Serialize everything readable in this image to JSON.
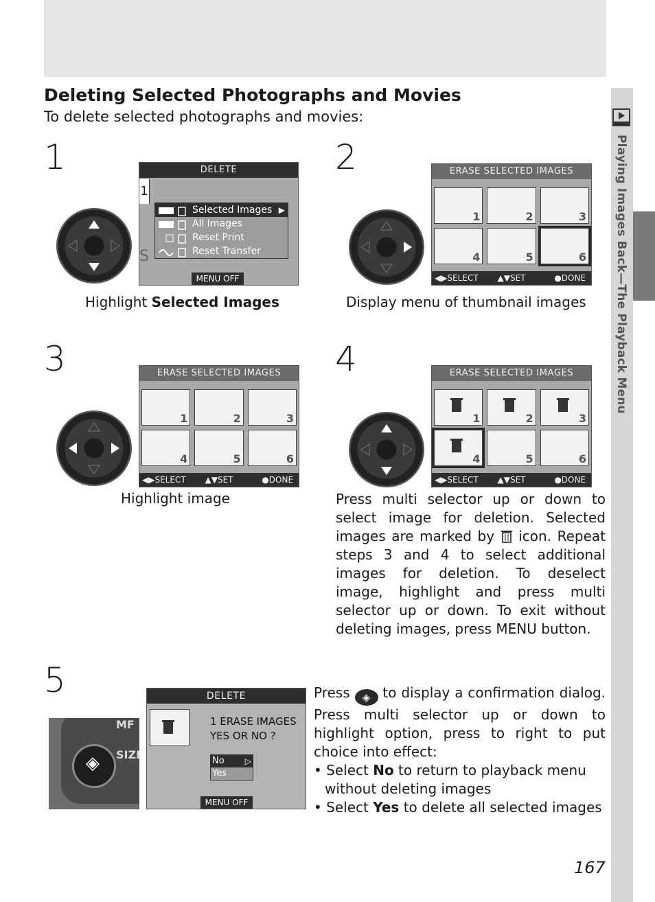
{
  "section_title": "Deleting Selected Photographs and Movies",
  "intro": "To delete selected photographs and movies:",
  "side_tab": "Playing Images Back—The Playback Menu",
  "page_number": "167",
  "steps": [
    {
      "number": "1",
      "caption_prefix": "Highlight ",
      "caption_bold": "Selected Images"
    },
    {
      "number": "2",
      "caption": "Display menu of thumbnail images"
    },
    {
      "number": "3",
      "caption": "Highlight image"
    },
    {
      "number": "4",
      "text": "Press multi selector up or down to select image for deletion. Selected images are marked by",
      "text2": "icon. Repeat steps 3 and 4 to select additional images for deletion. To deselect image, highlight and press multi selector up or down. To exit without deleting images, press MENU button."
    },
    {
      "number": "5",
      "text_a": "Press",
      "text_b": "to display a confirmation dialog. Press multi selector up or down to highlight option, press to right to put choice into effect:",
      "bullets": [
        {
          "prefix": "Select ",
          "bold": "No",
          "suffix": " to return to playback menu without deleting images"
        },
        {
          "prefix": "Select ",
          "bold": "Yes",
          "suffix": " to delete all selected images"
        }
      ]
    }
  ],
  "delete_menu": {
    "title": "DELETE",
    "tab": "1",
    "side_letter": "S",
    "items": [
      "Selected Images",
      "All Images",
      "Reset Print",
      "Reset Transfer"
    ],
    "footer": "MENU OFF"
  },
  "erase_screen": {
    "title": "ERASE SELECTED IMAGES",
    "thumb_numbers": [
      "1",
      "2",
      "3",
      "4",
      "5",
      "6"
    ],
    "footer_select": "SELECT",
    "footer_set": "SET",
    "footer_done": "DONE"
  },
  "confirm_dialog": {
    "title": "DELETE",
    "line1": "1 ERASE IMAGES",
    "line2": "YES OR NO ?",
    "options": [
      "No",
      "Yes"
    ],
    "footer": "MENU OFF"
  },
  "camera_labels": {
    "mf": "MF",
    "size": "SIZE"
  }
}
